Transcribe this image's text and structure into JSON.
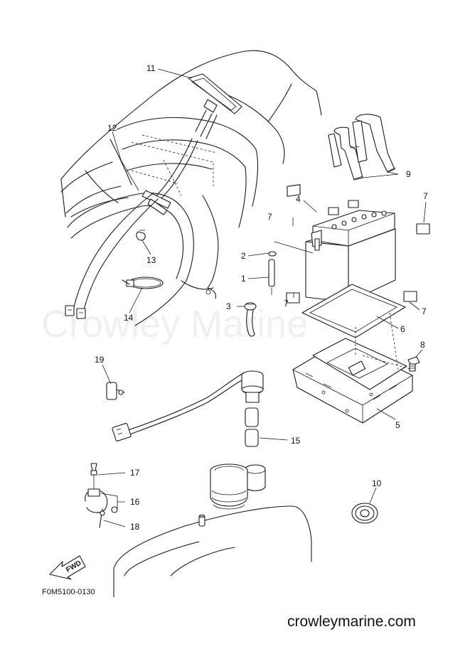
{
  "diagram": {
    "part_labels": [
      {
        "id": "1",
        "text": "1"
      },
      {
        "id": "2",
        "text": "2"
      },
      {
        "id": "3",
        "text": "3"
      },
      {
        "id": "4",
        "text": "4"
      },
      {
        "id": "5",
        "text": "5"
      },
      {
        "id": "6",
        "text": "6"
      },
      {
        "id": "7a",
        "text": "7"
      },
      {
        "id": "7b",
        "text": "7"
      },
      {
        "id": "7c",
        "text": "7"
      },
      {
        "id": "7d",
        "text": "7"
      },
      {
        "id": "8",
        "text": "8"
      },
      {
        "id": "9",
        "text": "9"
      },
      {
        "id": "10",
        "text": "10"
      },
      {
        "id": "11",
        "text": "11"
      },
      {
        "id": "12",
        "text": "12"
      },
      {
        "id": "13",
        "text": "13"
      },
      {
        "id": "14",
        "text": "14"
      },
      {
        "id": "15",
        "text": "15"
      },
      {
        "id": "16",
        "text": "16"
      },
      {
        "id": "17",
        "text": "17"
      },
      {
        "id": "18",
        "text": "18"
      },
      {
        "id": "19",
        "text": "19"
      }
    ],
    "fwd_label": "FWD",
    "drawing_code": "F0M5100-0130",
    "watermark": "Crowley Marine",
    "site_url": "crowleymarine.com"
  }
}
